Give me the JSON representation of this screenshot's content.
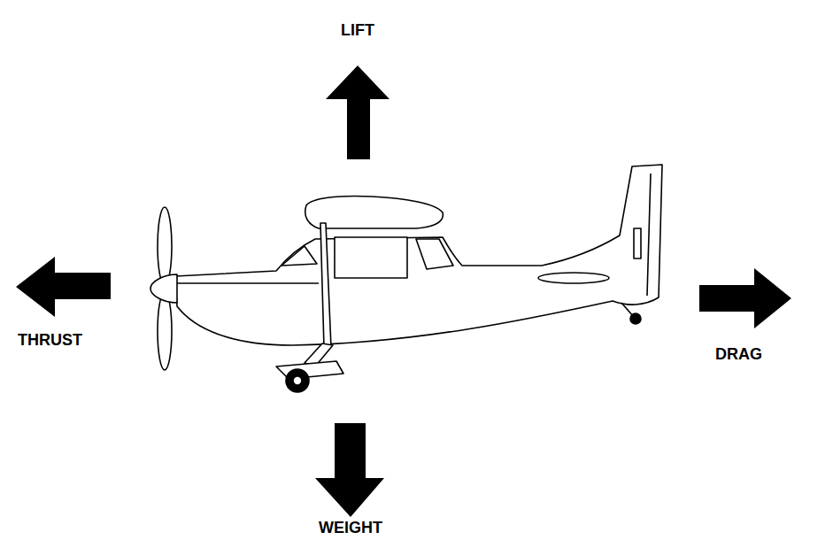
{
  "diagram": {
    "labels": [
      "LIFT",
      "THRUST",
      "DRAG",
      "WEIGHT"
    ]
  }
}
